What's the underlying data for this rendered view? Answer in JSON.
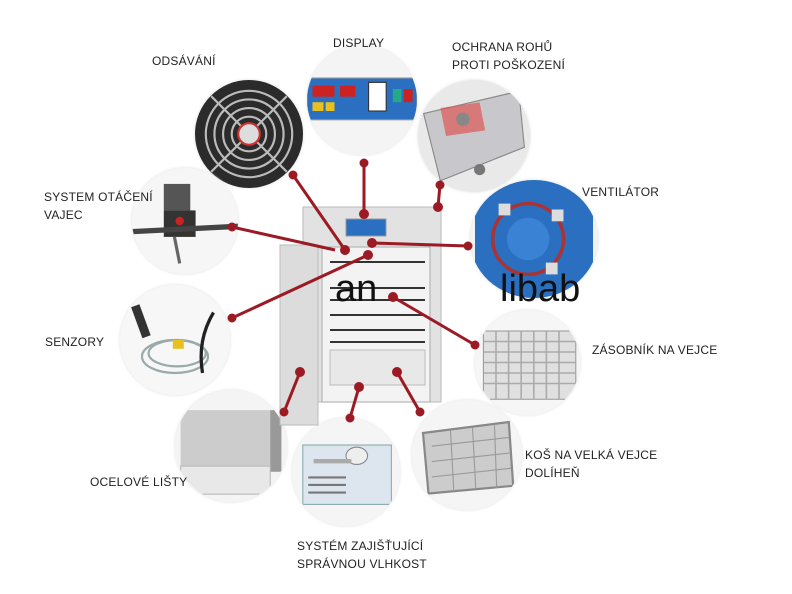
{
  "title": "Líheň - popis částí",
  "labels": {
    "odsavani": "ODSÁVÁNÍ",
    "display": "DISPLAY",
    "ochrana_1": "OCHRANA ROHŮ",
    "ochrana_2": "PROTI POŠKOZENÍ",
    "otaceni_1": "SYSTEM OTÁČENÍ",
    "otaceni_2": "VAJEC",
    "ventilator": "VENTILÁTOR",
    "senzory": "SENZORY",
    "zasobnik": "ZÁSOBNÍK NA VEJCE",
    "ocelove": "OCELOVÉ LIŠTY",
    "kos_1": "KOŠ NA VELKÁ VEJCE",
    "kos_2": "DOLÍHEŇ",
    "vlhkost_1": "SYSTÉM ZAJIŠŤUJÍCÍ",
    "vlhkost_2": "SPRÁVNOU VLHKOST"
  },
  "watermark": {
    "part1": "an",
    "part2": "libab"
  },
  "colors": {
    "leader": "#9b1a24",
    "panel_blue": "#2a6fc0",
    "cabinet": "#e6e6e6"
  }
}
